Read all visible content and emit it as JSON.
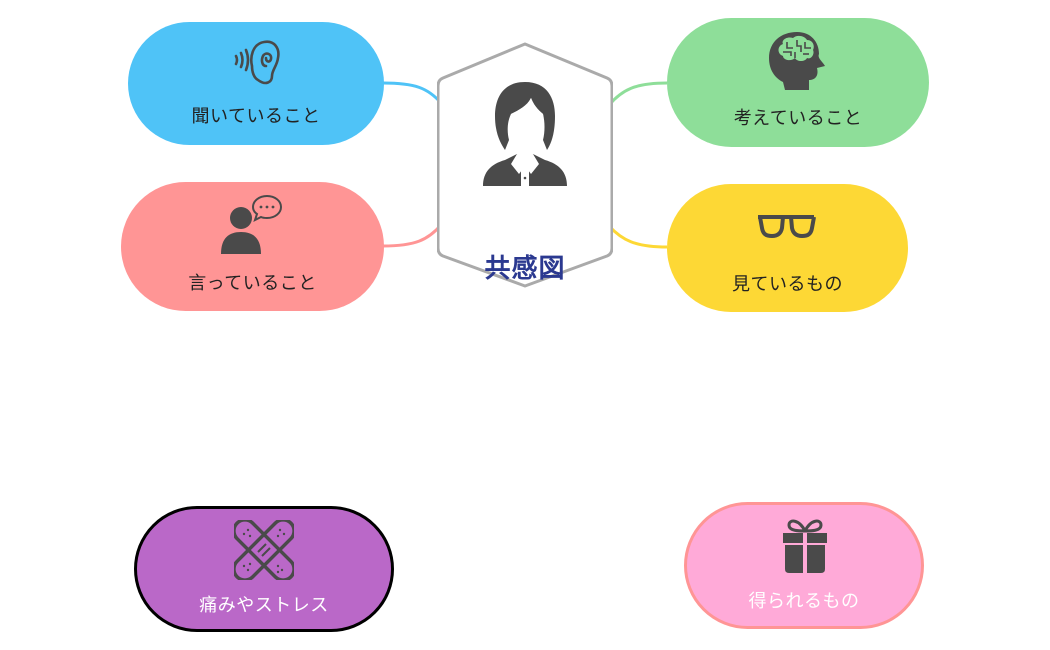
{
  "diagram": {
    "title": "共感図",
    "center_icon": "person-icon",
    "colors": {
      "title": "#2b3990",
      "hexagon_border": "#aaaaaa",
      "icon": "#4a4a4a"
    },
    "nodes": [
      {
        "id": "hearing",
        "label": "聞いていること",
        "icon": "ear-icon",
        "color": "#4fc3f7",
        "position": "top-left"
      },
      {
        "id": "thinking",
        "label": "考えていること",
        "icon": "brain-head-icon",
        "color": "#8ede99",
        "position": "top-right"
      },
      {
        "id": "saying",
        "label": "言っていること",
        "icon": "speaking-person-icon",
        "color": "#ff9595",
        "position": "middle-left"
      },
      {
        "id": "seeing",
        "label": "見ているもの",
        "icon": "glasses-icon",
        "color": "#fdd835",
        "position": "middle-right"
      },
      {
        "id": "pain",
        "label": "痛みやストレス",
        "icon": "bandage-icon",
        "color": "#ba68c8",
        "border": "#000000",
        "label_color": "#ffffff",
        "position": "bottom-left"
      },
      {
        "id": "gain",
        "label": "得られるもの",
        "icon": "gift-icon",
        "color": "#ffaad8",
        "border": "#ff9595",
        "label_color": "#ffffff",
        "position": "bottom-right"
      }
    ]
  }
}
